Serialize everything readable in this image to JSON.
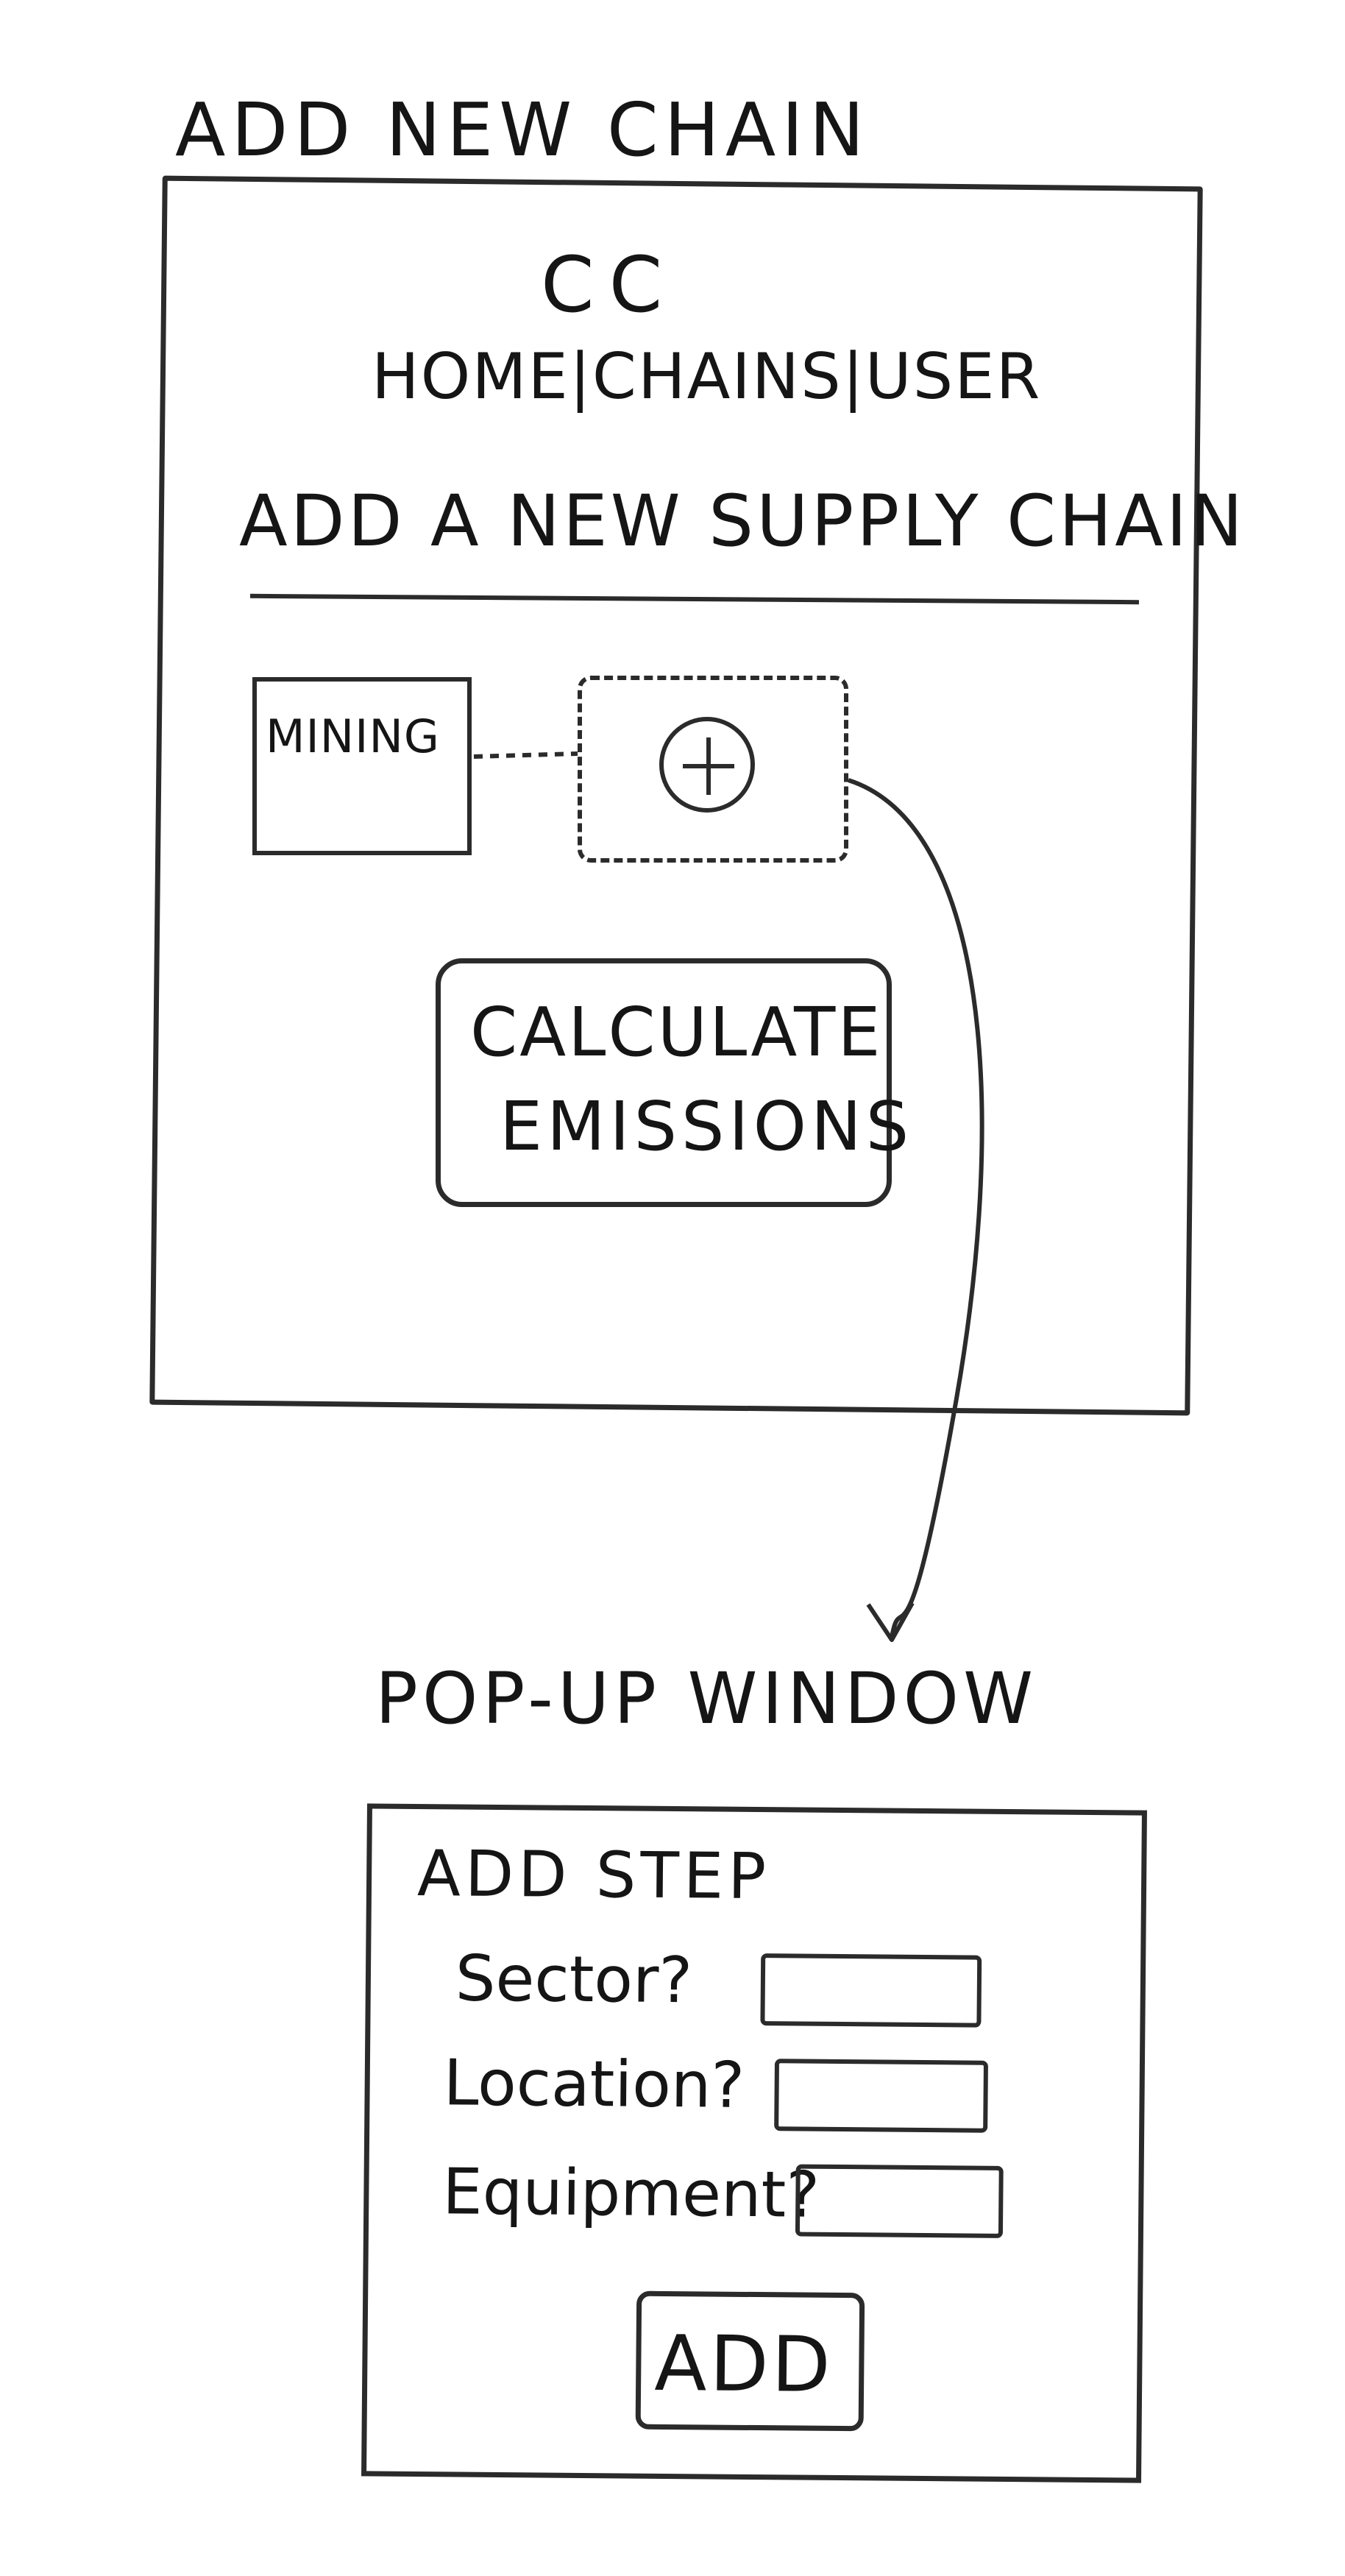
{
  "sketch": {
    "main_title": "ADD NEW CHAIN",
    "popup_title": "POP-UP WINDOW"
  },
  "app": {
    "logo": "CC",
    "nav": {
      "items": [
        "HOME",
        "CHAINS",
        "USER"
      ],
      "separator": "|"
    },
    "page_heading": "ADD A NEW SUPPLY CHAIN",
    "steps": [
      {
        "label": "MINING"
      }
    ],
    "add_step_icon": "plus-circle-icon",
    "calculate_button": {
      "line1": "CALCULATE",
      "line2": "EMISSIONS"
    }
  },
  "popup": {
    "title": "ADD STEP",
    "fields": [
      {
        "label": "Sector?",
        "value": ""
      },
      {
        "label": "Location?",
        "value": ""
      },
      {
        "label": "Equipment?",
        "value": ""
      }
    ],
    "add_button": "ADD"
  }
}
